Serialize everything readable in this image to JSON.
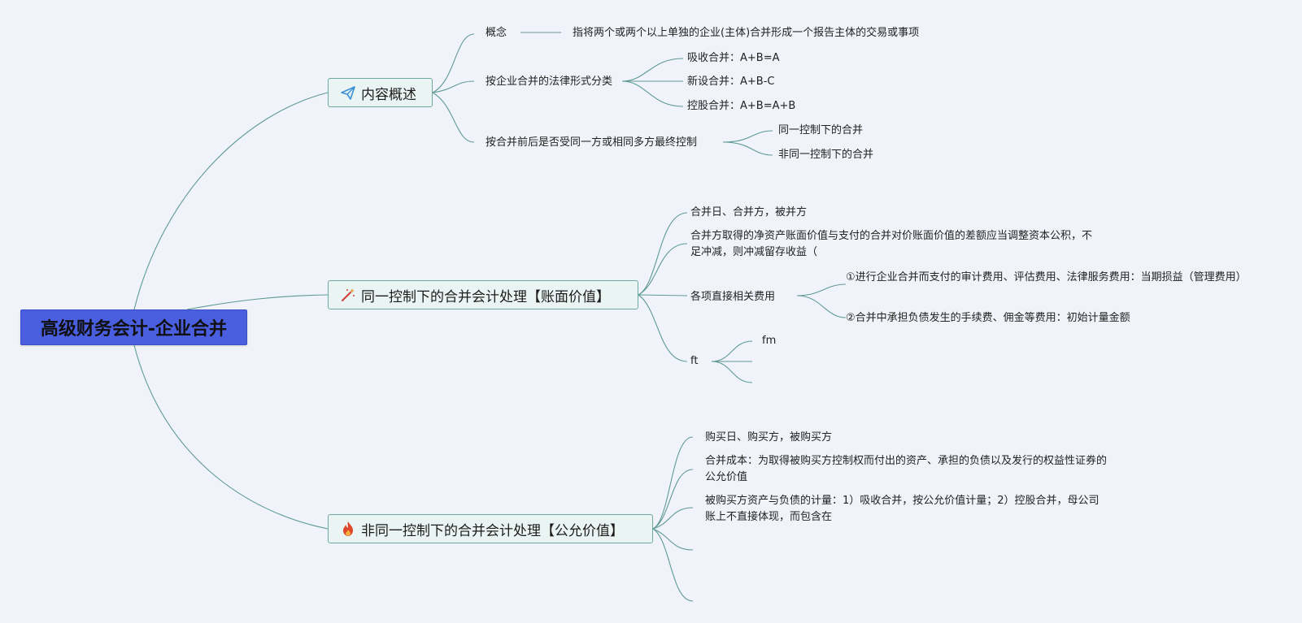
{
  "root": {
    "label": "高级财务会计-企业合并"
  },
  "branches": [
    {
      "label": "内容概述",
      "icon": "paper-plane-icon",
      "children": [
        {
          "label": "概念",
          "children": [
            {
              "label": "指将两个或两个以上单独的企业(主体)合并形成一个报告主体的交易或事项"
            }
          ]
        },
        {
          "label": "按企业合并的法律形式分类",
          "children": [
            {
              "label": "吸收合并：A+B=A"
            },
            {
              "label": "新设合并：A+B-C"
            },
            {
              "label": "控股合并：A+B=A+B"
            }
          ]
        },
        {
          "label": "按合并前后是否受同一方或相同多方最终控制",
          "children": [
            {
              "label": "同一控制下的合并"
            },
            {
              "label": "非同一控制下的合并"
            }
          ]
        }
      ]
    },
    {
      "label": "同一控制下的合并会计处理【账面价值】",
      "icon": "magic-wand-icon",
      "children": [
        {
          "label": "合并日、合并方，被并方"
        },
        {
          "label": "合并方取得的净资产账面价值与支付的合并对价账面价值的差额应当调整资本公积，不足冲减，则冲减留存收益（"
        },
        {
          "label": "各项直接相关费用",
          "children": [
            {
              "label": "①进行企业合并而支付的审计费用、评估费用、法律服务费用：当期损益（管理费用）"
            },
            {
              "label": "②合并中承担负债发生的手续费、佣金等费用：初始计量金额"
            }
          ]
        },
        {
          "label": "ft",
          "children": [
            {
              "label": "fm"
            },
            {
              "label": ""
            },
            {
              "label": ""
            }
          ]
        }
      ]
    },
    {
      "label": "非同一控制下的合并会计处理【公允价值】",
      "icon": "fire-icon",
      "children": [
        {
          "label": "购买日、购买方，被购买方"
        },
        {
          "label": "合并成本：为取得被购买方控制权而付出的资产、承担的负债以及发行的权益性证券的公允价值"
        },
        {
          "label": "被购买方资产与负债的计量：1）吸收合并，按公允价值计量；2）控股合并，母公司账上不直接体现，而包含在"
        },
        {
          "label": ""
        },
        {
          "label": ""
        }
      ]
    }
  ],
  "colors": {
    "root_fill": "#4a5ee0",
    "branch_fill": "#eaf4f3",
    "branch_border": "#6fa8a1",
    "link": "#5f9a94",
    "background": "#f0f3fa"
  }
}
